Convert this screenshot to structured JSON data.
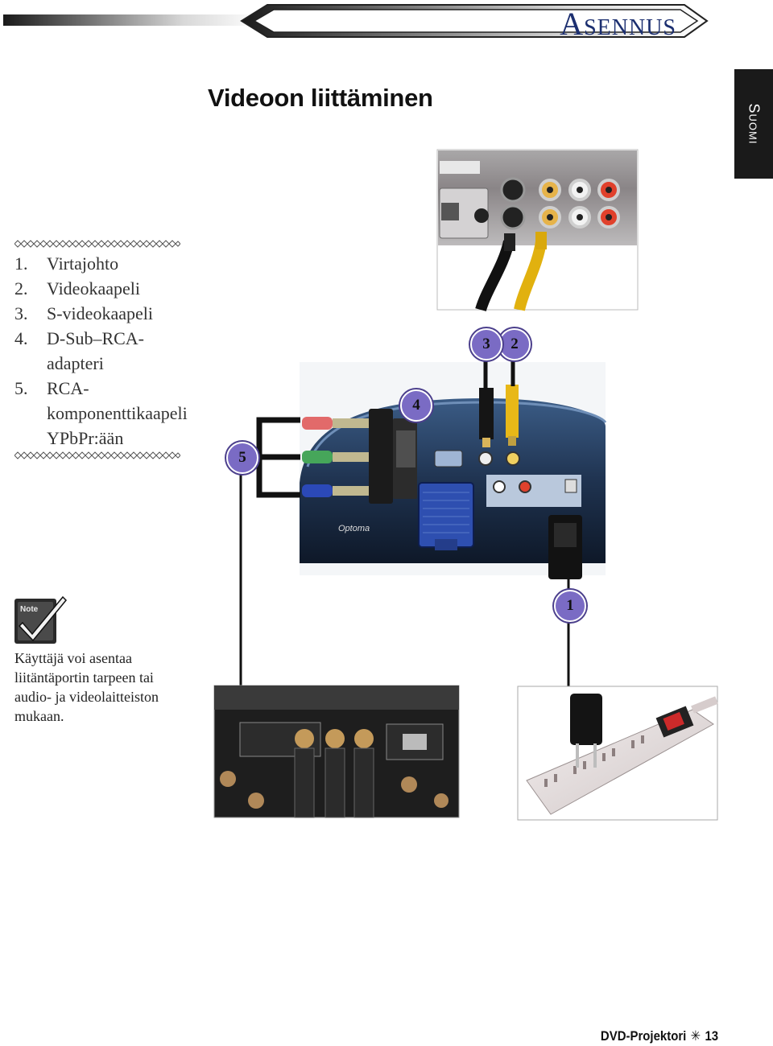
{
  "header": {
    "section_title": "Asennus"
  },
  "side_tab": {
    "language": "Suomi"
  },
  "page_title": "Videoon liittäminen",
  "legend": {
    "items": [
      {
        "num": "1.",
        "label": "Virtajohto"
      },
      {
        "num": "2.",
        "label": "Videokaapeli"
      },
      {
        "num": "3.",
        "label": "S-videokaapeli"
      },
      {
        "num": "4.",
        "label": "D-Sub–RCA-adapteri"
      },
      {
        "num": "5.",
        "label": "RCA-komponenttikaapeli YPbPr:ään"
      }
    ]
  },
  "note": {
    "icon_label": "Note",
    "text": "Käyttäjä voi asentaa liitäntäportin tarpeen tai audio- ja videolaitteiston mukaan."
  },
  "callouts": [
    "1",
    "2",
    "3",
    "4",
    "5"
  ],
  "footer": {
    "product": "DVD-Projektori",
    "separator": "✳",
    "page_number": "13"
  },
  "colors": {
    "header_title": "#1c2f70",
    "callout_fill": "#7a6bc4",
    "tab_bg": "#1a1a1a"
  }
}
